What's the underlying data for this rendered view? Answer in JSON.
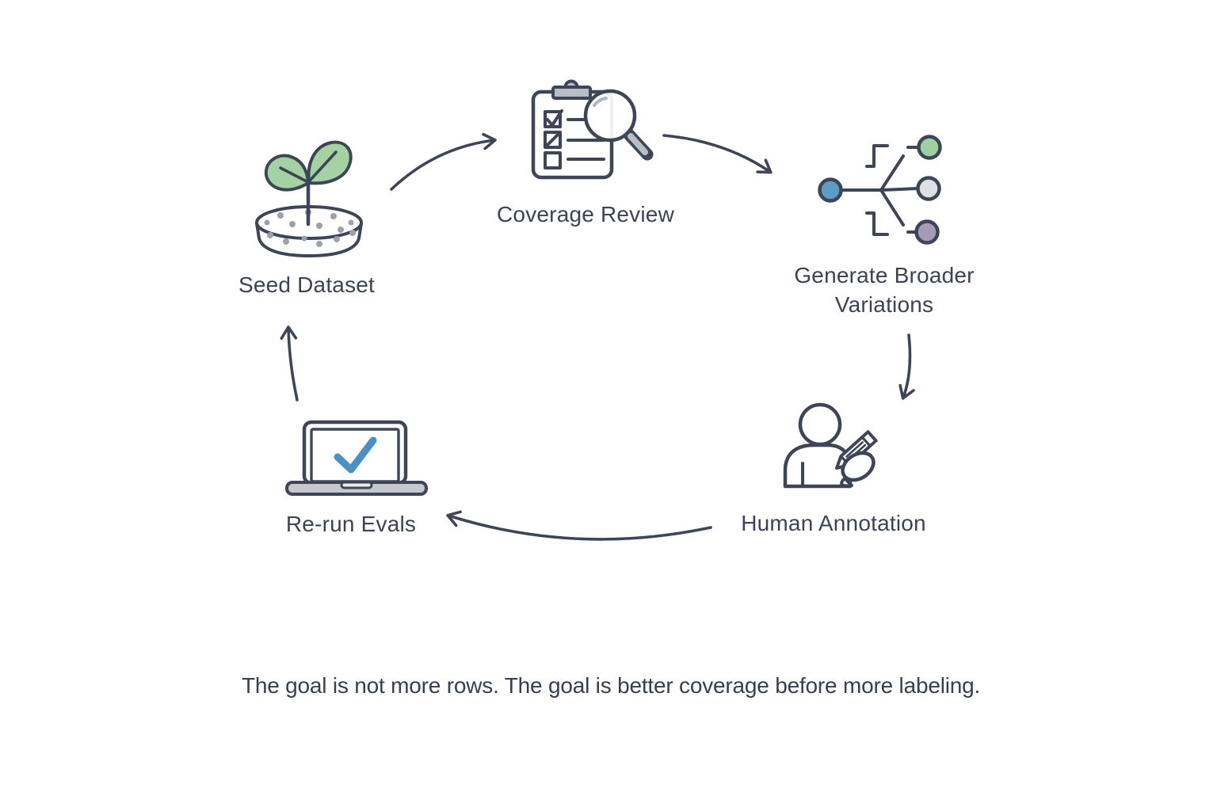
{
  "diagram": {
    "title_hint": "dataset coverage improvement loop",
    "nodes": [
      {
        "id": "seed-dataset",
        "label": "Seed Dataset",
        "icon": "sprout-dish-icon"
      },
      {
        "id": "coverage-review",
        "label": "Coverage Review",
        "icon": "clipboard-magnifier-icon"
      },
      {
        "id": "generate-broader-variations",
        "label": "Generate Broader Variations",
        "icon": "branch-variations-icon"
      },
      {
        "id": "human-annotation",
        "label": "Human Annotation",
        "icon": "person-pencil-icon"
      },
      {
        "id": "rerun-evals",
        "label": "Re-run Evals",
        "icon": "laptop-check-icon"
      }
    ],
    "edges": [
      {
        "from": "seed-dataset",
        "to": "coverage-review"
      },
      {
        "from": "coverage-review",
        "to": "generate-broader-variations"
      },
      {
        "from": "generate-broader-variations",
        "to": "human-annotation"
      },
      {
        "from": "human-annotation",
        "to": "rerun-evals"
      },
      {
        "from": "rerun-evals",
        "to": "seed-dataset"
      }
    ],
    "caption": "The goal is not more rows. The goal is better coverage before more labeling."
  },
  "palette": {
    "ink": "#3d4657",
    "label_text": "#3a4456",
    "leaf_green": "#a5d2a2",
    "node_green": "#9fd0a0",
    "node_blue": "#5b9dc4",
    "node_gray": "#dde0e4",
    "node_purple": "#a79cb8",
    "check_blue": "#4a90c2",
    "fill_gray": "#b8bec6",
    "dot_gray": "#9ba2ac",
    "background": "#ffffff"
  }
}
